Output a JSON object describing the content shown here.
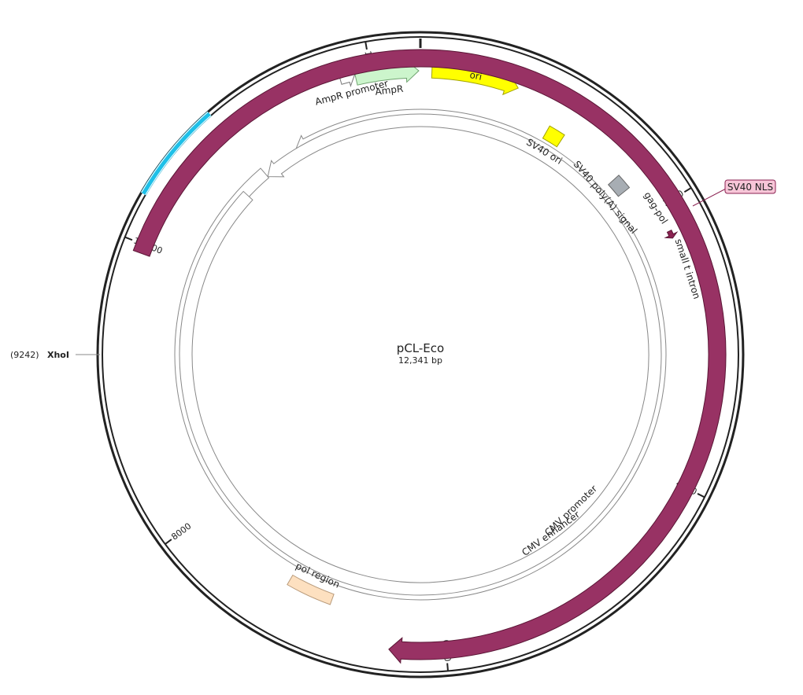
{
  "plasmid": {
    "name": "pCL-Eco",
    "length_label": "12,341 bp",
    "length": 12341
  },
  "ticks": [
    {
      "pos": 0,
      "label": ""
    },
    {
      "pos": 2000,
      "label": "2000"
    },
    {
      "pos": 4000,
      "label": "4000"
    },
    {
      "pos": 6000,
      "label": "6000"
    },
    {
      "pos": 8000,
      "label": "8000"
    },
    {
      "pos": 10000,
      "label": "10,000"
    },
    {
      "pos": 12000,
      "label": "12,000"
    }
  ],
  "features": [
    {
      "id": "ampr-promoter",
      "label": "AmpR promoter",
      "start": 11785,
      "end": 11890,
      "strand": 1,
      "color": "#ffffff",
      "stroke": "#777777"
    },
    {
      "id": "ampr",
      "label": "AmpR",
      "start": 11891,
      "end": 12330,
      "strand": 1,
      "color": "#ccf5cc",
      "stroke": "#6fa36f"
    },
    {
      "id": "ori",
      "label": "ori",
      "start": 80,
      "end": 690,
      "strand": 1,
      "color": "#ffff00",
      "stroke": "#a3a300"
    },
    {
      "id": "sv40-ori",
      "label": "SV40 ori",
      "start": 1010,
      "end": 1140,
      "strand": 0,
      "color": "#ffff00",
      "stroke": "#a3a300"
    },
    {
      "id": "sv40-polya",
      "label": "SV40 poly(A) signal",
      "start": 1640,
      "end": 1760,
      "strand": 0,
      "color": "#a7adb3",
      "stroke": "#666666"
    },
    {
      "id": "sv40-nls",
      "label": "",
      "start": 2180,
      "end": 2235,
      "strand": 1,
      "color": "#8b2252",
      "stroke": "#5a1535"
    },
    {
      "id": "small-t-intron",
      "label": "small t intron",
      "start": 2440,
      "end": 2510,
      "strand": 0,
      "color": "#000000",
      "stroke": "#000000"
    },
    {
      "id": "pol-region",
      "label": "pol region",
      "start": 6850,
      "end": 7200,
      "strand": 0,
      "color": "#fde0c0",
      "stroke": "#b89a7a"
    },
    {
      "id": "gag-pol",
      "label": "gag-pol",
      "start": 9940,
      "end": 6380,
      "strand": 1,
      "color": "#983264",
      "stroke": "#5a1535"
    },
    {
      "id": "cmv-enhancer",
      "label": "CMV enhancer",
      "start": 11260,
      "end": 10950,
      "strand": -1,
      "color": "#ffffff",
      "stroke": "#888888"
    },
    {
      "id": "cmv-promoter",
      "label": "CMV promoter",
      "start": 10950,
      "end": 10720,
      "strand": -1,
      "color": "#ffffff",
      "stroke": "#888888"
    }
  ],
  "backbone_highlight": {
    "start": 10290,
    "end": 10930,
    "color": "#1ec0e8"
  },
  "callout": {
    "label": "SV40 NLS",
    "pos": 2207,
    "color": "#f7c6d8",
    "stroke": "#8b2252"
  },
  "site": {
    "pos": 9242,
    "pos_label": "(9242)",
    "name": "XhoI"
  },
  "colors": {
    "backbone": "#222222",
    "tick": "#222222"
  }
}
